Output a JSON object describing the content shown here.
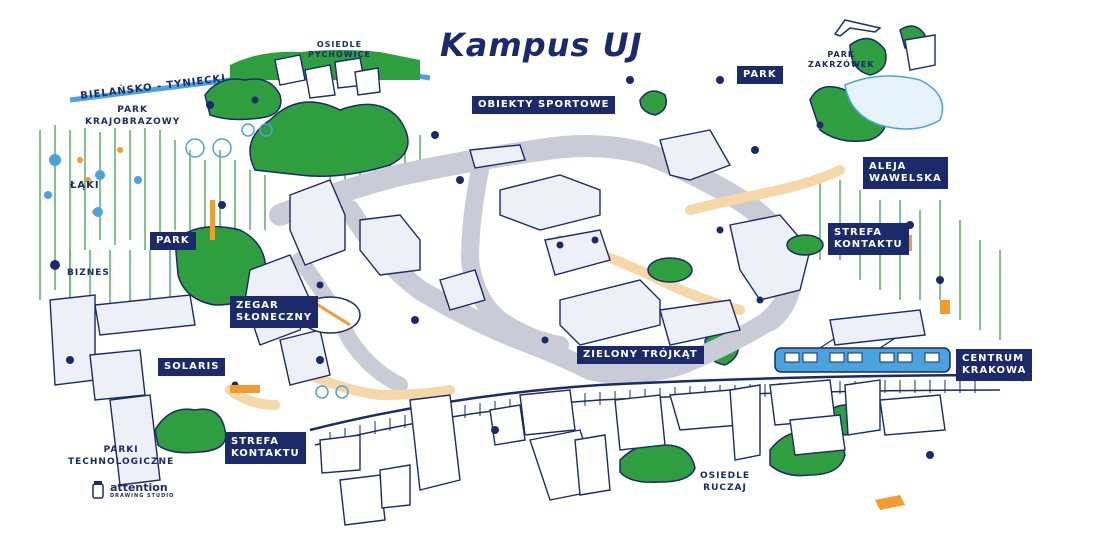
{
  "map": {
    "title": "Kampus UJ",
    "labels": {
      "osiedle_pychowice": [
        "OSIEDLE",
        "PYCHOWICE"
      ],
      "bielansko": "BIELAŃSKO - TYNIECKI",
      "park_krajobrazowy": [
        "PARK",
        "KRAJOBRAZOWY"
      ],
      "laki": [
        "ŁĄKI"
      ],
      "biznes": "BIZNES",
      "parki_technologiczne": [
        "PARKI",
        "TECHNOLOGICZNE"
      ],
      "park_zakrzowek": [
        "PARK",
        "ZAKRZÓWEK"
      ],
      "osiedle_ruczaj": [
        "OSIEDLE",
        "RUCZAJ"
      ]
    },
    "tags": {
      "obiekty_sportowe": "OBIEKTY SPORTOWE",
      "park_top": "PARK",
      "park_left": "PARK",
      "aleja_wawelska": [
        "ALEJA",
        "WAWELSKA"
      ],
      "strefa_kontaktu_right": [
        "STREFA",
        "KONTAKTU"
      ],
      "zegar_sloneczny": [
        "ZEGAR",
        "SŁONECZNY"
      ],
      "solaris": "SOLARIS",
      "zielony_trojkat": "ZIELONY TRÓJKĄT",
      "centrum_krakowa": [
        "CENTRUM",
        "KRAKOWA"
      ],
      "strefa_kontaktu_bottom": [
        "STREFA",
        "KONTAKTU"
      ]
    },
    "studio": {
      "name": "attention",
      "sub": "DRAWING STUDIO"
    },
    "colors": {
      "navy": "#1b2a6b",
      "green": "#2f9e3f",
      "dark_green": "#1e7a2e",
      "road_gray": "#c9ccd6",
      "sand": "#f6d7a8",
      "blue": "#4aa3df",
      "orange": "#f29b2e"
    }
  }
}
